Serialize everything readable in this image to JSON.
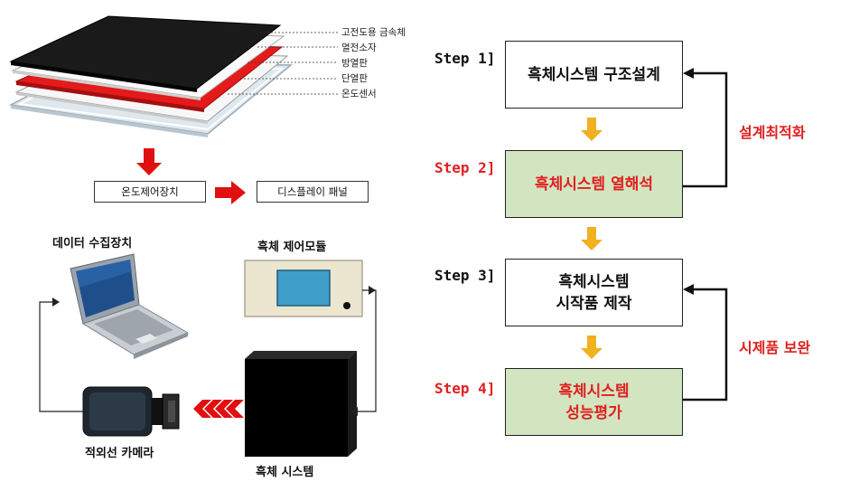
{
  "layers": [
    "고전도용 금속체",
    "열전소자",
    "방열판",
    "단열판",
    "온도센서"
  ],
  "process_boxes": {
    "temp_controller": "온도제어장치",
    "display_panel": "디스플레이 패널"
  },
  "devices": {
    "data_collector": "데이터 수집장치",
    "control_module": "흑체 제어모듈",
    "ir_camera": "적외선 카메라",
    "blackbody_system": "흑체 시스템"
  },
  "steps": [
    {
      "label": "Step 1]",
      "lines": [
        "흑체시스템 구조설계"
      ],
      "highlight": false,
      "label_color": "#111111"
    },
    {
      "label": "Step 2]",
      "lines": [
        "흑체시스템 열해석"
      ],
      "highlight": true,
      "label_color": "#e02020"
    },
    {
      "label": "Step 3]",
      "lines": [
        "흑체시스템",
        "시작품 제작"
      ],
      "highlight": false,
      "label_color": "#111111"
    },
    {
      "label": "Step 4]",
      "lines": [
        "흑체시스템",
        "성능평가"
      ],
      "highlight": true,
      "label_color": "#e02020"
    }
  ],
  "feedback": {
    "design_optimization": "설계최적화",
    "prototype_revision": "시제품 보완"
  },
  "colors": {
    "accent_red": "#e02020",
    "arrow_gold": "#f0b020",
    "green_fill": "#d2e5c0"
  }
}
